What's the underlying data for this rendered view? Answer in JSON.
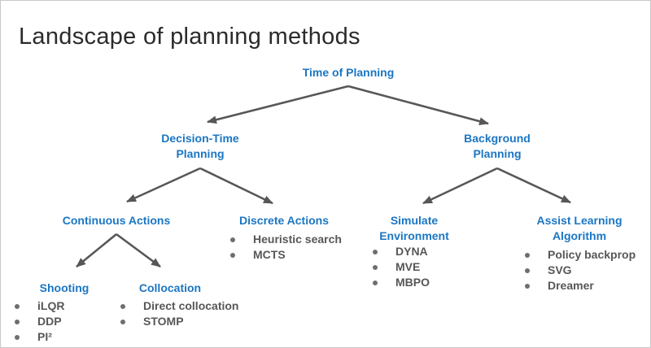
{
  "title": "Landscape of planning methods",
  "colors": {
    "heading_blue": "#1b76c3",
    "title_dark": "#2b2b2d",
    "body_gray": "#565759",
    "bullet_gray": "#6d6e71",
    "arrow_gray": "#565759"
  },
  "tree": {
    "root": {
      "label": "Time of Planning"
    },
    "decision_time": {
      "label": "Decision-Time Planning"
    },
    "background": {
      "label": "Background Planning"
    },
    "continuous": {
      "label": "Continuous Actions"
    },
    "discrete": {
      "label": "Discrete Actions",
      "items": [
        "Heuristic search",
        "MCTS"
      ]
    },
    "simulate": {
      "label": "Simulate Environment",
      "items": [
        "DYNA",
        "MVE",
        "MBPO"
      ]
    },
    "assist": {
      "label": "Assist Learning Algorithm",
      "items": [
        "Policy backprop",
        "SVG",
        "Dreamer"
      ]
    },
    "shooting": {
      "label": "Shooting",
      "items": [
        "iLQR",
        "DDP",
        "PI²"
      ]
    },
    "collocation": {
      "label": "Collocation",
      "items": [
        "Direct collocation",
        "STOMP"
      ]
    }
  }
}
